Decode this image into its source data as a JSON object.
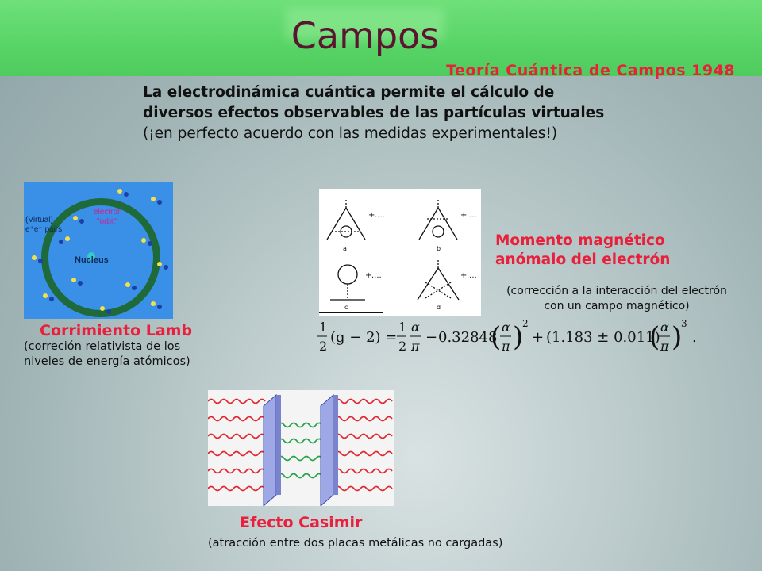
{
  "title": "Campos",
  "subtitle": "Teoría Cuántica de Campos 1948",
  "intro": {
    "line1": "La electrodinámica cuántica permite el cálculo de",
    "line2": "diversos efectos observables de las partículas virtuales",
    "line3": "(¡en perfecto acuerdo con las medidas experimentales!)"
  },
  "lamb": {
    "label": "Corrimiento Lamb",
    "note_line1": "(correción relativista de los",
    "note_line2": "niveles de energía atómicos)",
    "image": {
      "virtual": "(Virtual)",
      "pairs": "e⁺e⁻ pairs",
      "electron": "electron",
      "orbit": "\"orbit\"",
      "nucleus": "Nucleus"
    }
  },
  "magnetic": {
    "label_line1": "Momento magnético",
    "label_line2": "anómalo del electrón",
    "note_line1": "(corrección a la interacción del electrón",
    "note_line2": "con un campo magnético)",
    "diagram_labels": [
      "a",
      "b",
      "c",
      "d"
    ],
    "formula": {
      "c1": "0.32848",
      "c2": "(1.183 ± 0.011)"
    }
  },
  "casimir": {
    "label": "Efecto Casimir",
    "note": "(atracción entre dos placas metálicas no cargadas)"
  },
  "colors": {
    "header": "#58d466",
    "title": "#5a1530",
    "accent_red": "#e8203c"
  }
}
